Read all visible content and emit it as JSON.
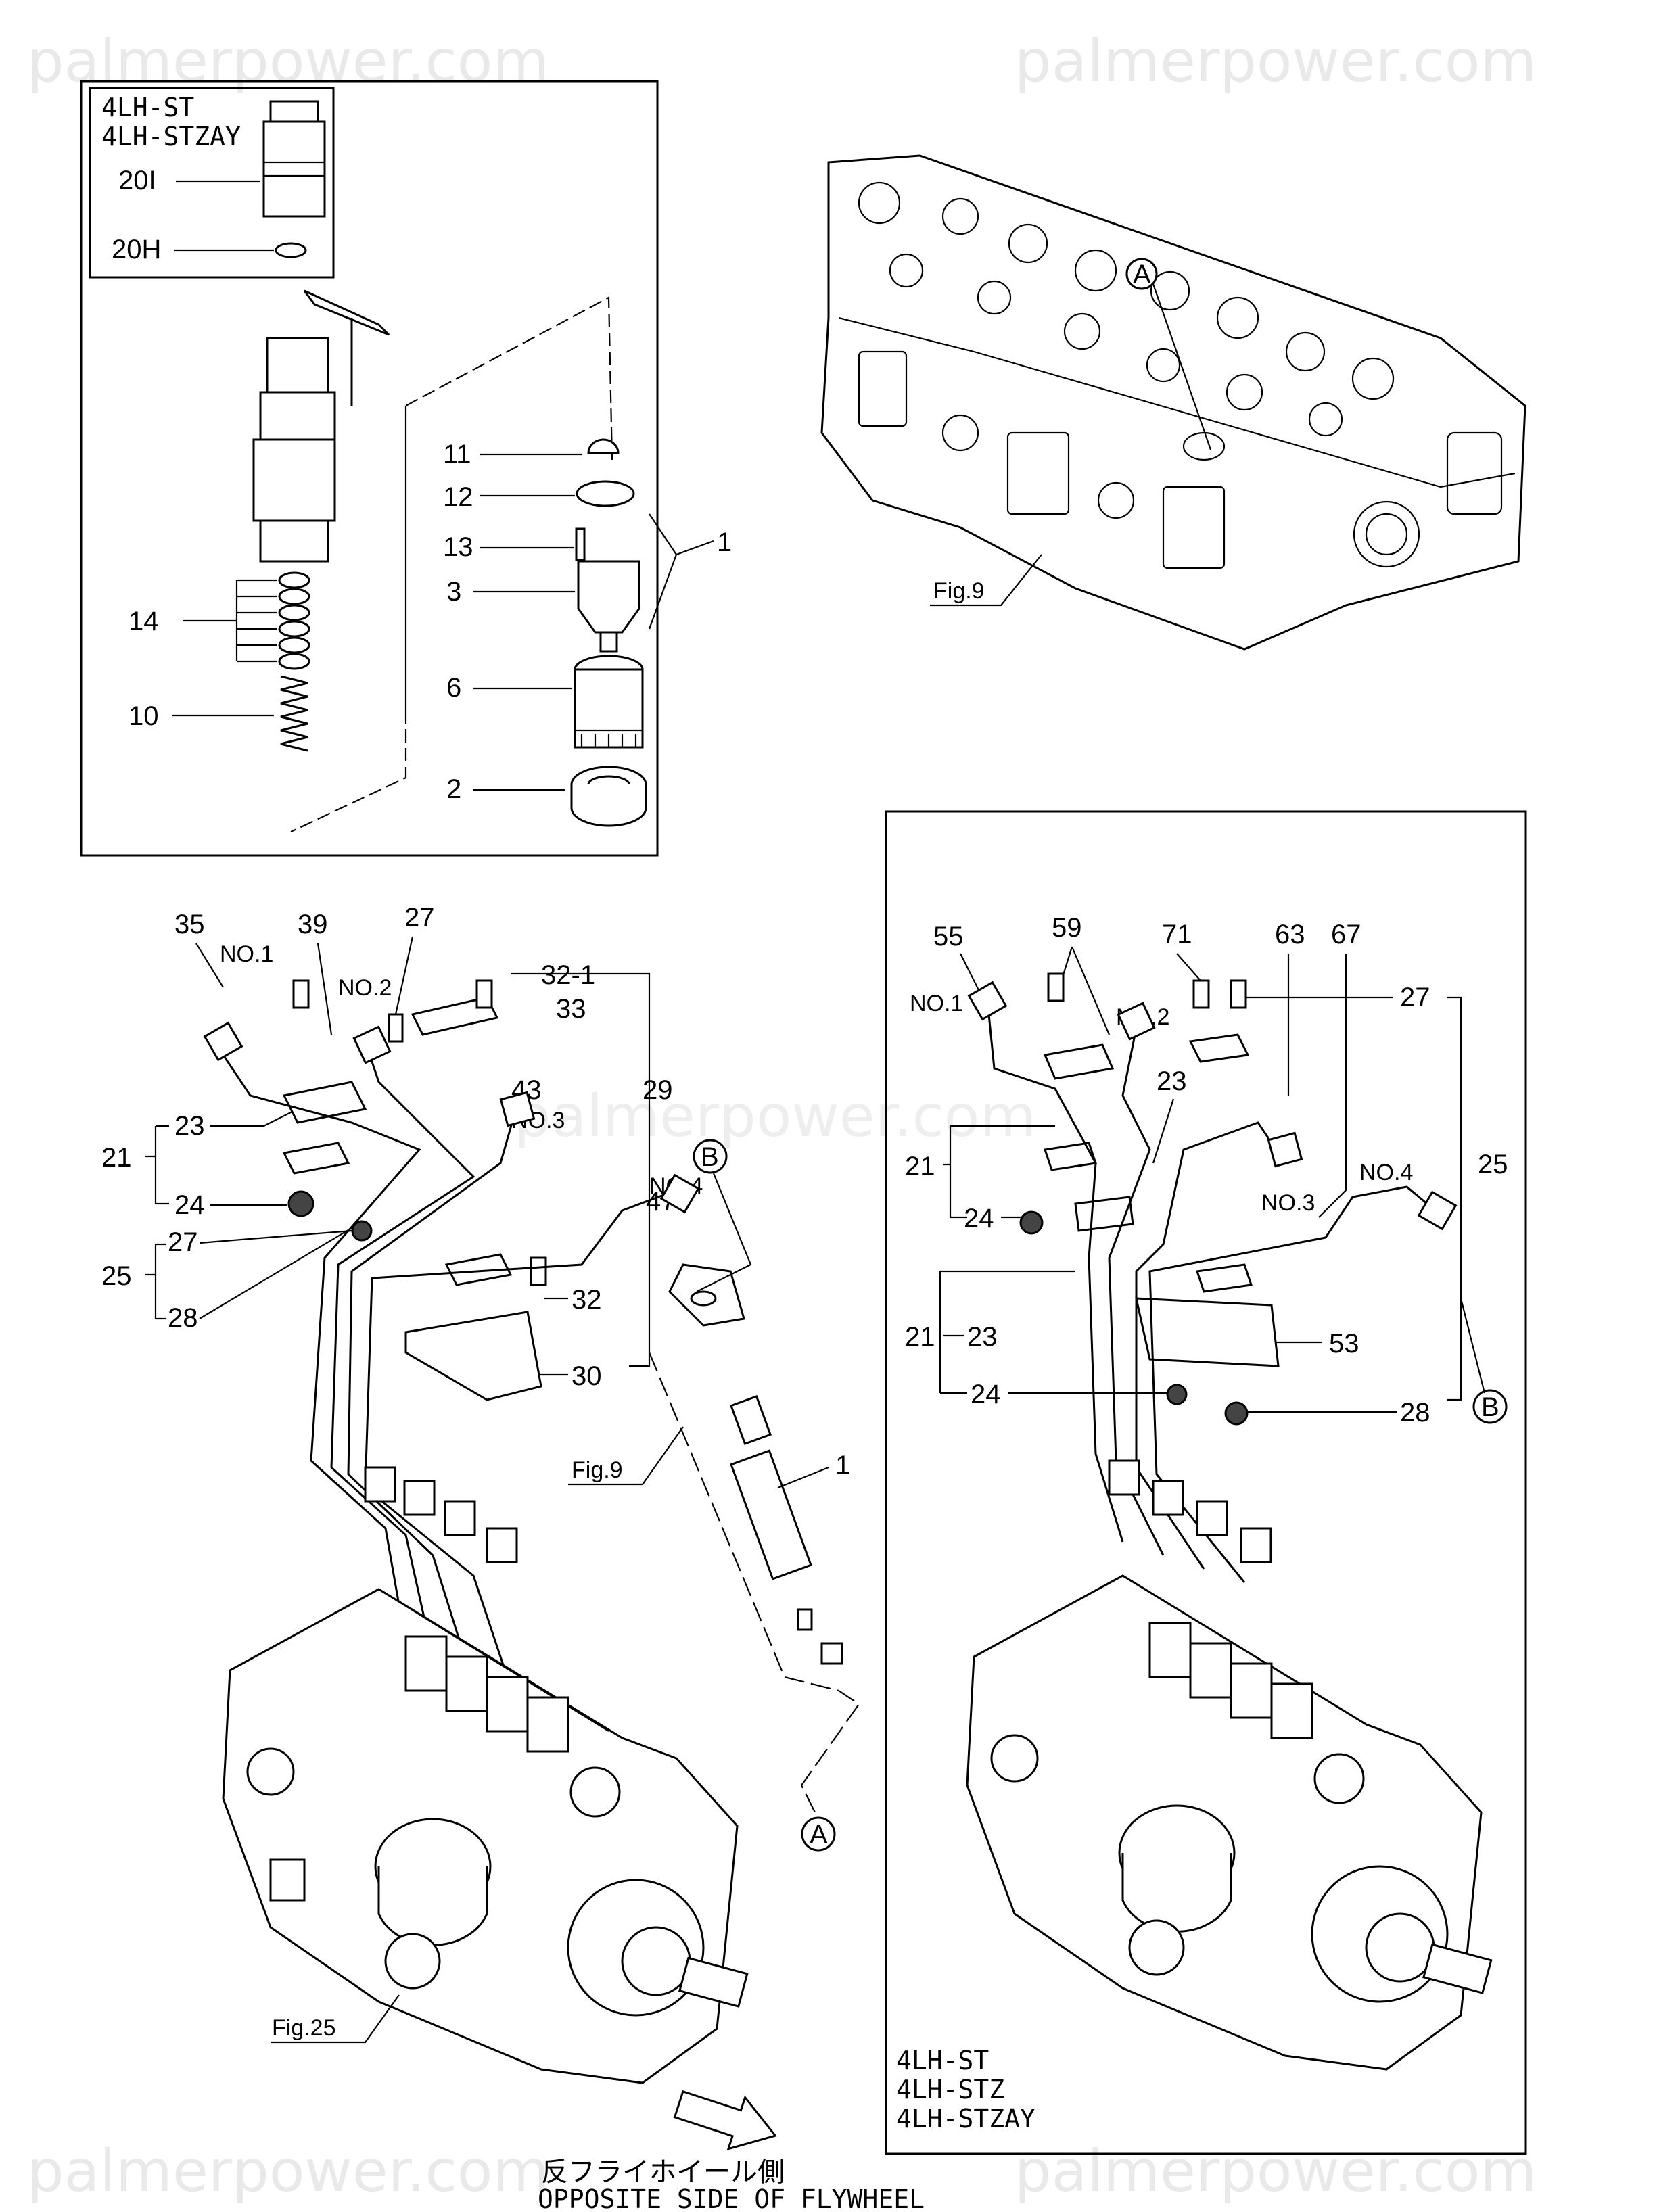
{
  "watermark": "palmerpower.com",
  "inset_top_left": {
    "models": [
      "4LH-ST",
      "4LH-STZAY"
    ],
    "labels": {
      "l20i": "20I",
      "l20h": "20H",
      "l11": "11",
      "l12": "12",
      "l13": "13",
      "l3": "3",
      "l6": "6",
      "l2": "2",
      "l14": "14",
      "l10": "10",
      "l1": "1"
    }
  },
  "cylinder_head": {
    "callout_a": "A",
    "fig_label": "Fig.9"
  },
  "left_assembly": {
    "labels": {
      "l35": "35",
      "no1": "NO.1",
      "l39": "39",
      "l27": "27",
      "no2": "NO.2",
      "l32_1": "32-1",
      "l33": "33",
      "l43": "43",
      "no3": "NO.3",
      "l29": "29",
      "l23": "23",
      "l21": "21",
      "l24": "24",
      "l47": "47",
      "no4": "NO.4",
      "l25": "25",
      "l27b": "27",
      "l28": "28",
      "l32": "32",
      "l30": "30",
      "l1": "1",
      "callout_b": "B",
      "callout_a": "A",
      "fig9": "Fig.9",
      "fig25": "Fig.25"
    },
    "direction_jp": "反フライホイール側",
    "direction_en": "OPPOSITE SIDE OF FLYWHEEL"
  },
  "right_assembly": {
    "labels": {
      "l55": "55",
      "l59": "59",
      "l71": "71",
      "l63": "63",
      "l67": "67",
      "no1": "NO.1",
      "no2": "NO.2",
      "l27": "27",
      "l23": "23",
      "l21": "21",
      "l24": "24",
      "l25": "25",
      "no3": "NO.3",
      "no4": "NO.4",
      "l21b": "21",
      "l23b": "23",
      "l53": "53",
      "l24b": "24",
      "l28": "28",
      "callout_b": "B"
    },
    "models": [
      "4LH-ST",
      "4LH-STZ",
      "4LH-STZAY"
    ]
  }
}
